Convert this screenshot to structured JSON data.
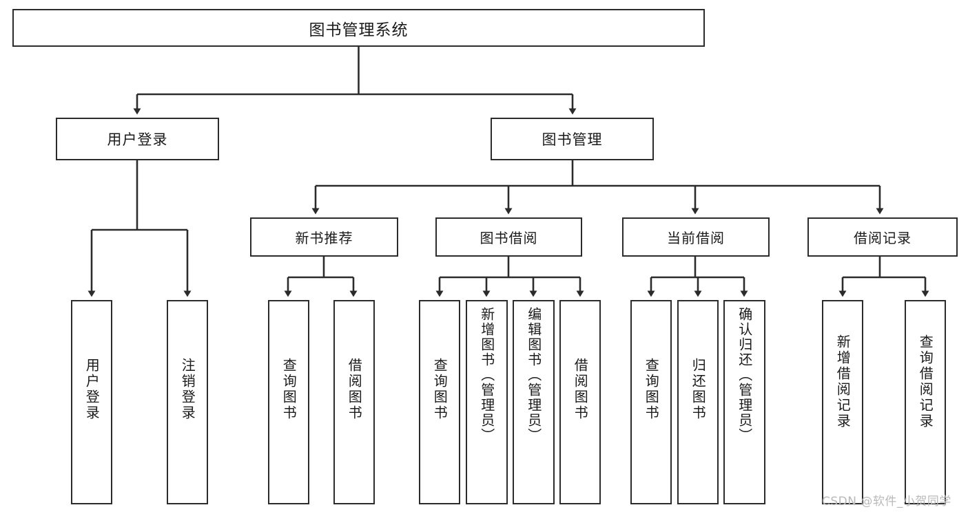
{
  "diagram": {
    "type": "tree-hierarchy-chart",
    "title": "图书管理系统",
    "background_color": "#ffffff",
    "line_color": "#2b2b2b",
    "box_border_color": "#2b2b2b",
    "text_color": "#1a1a1a",
    "root": {
      "label": "图书管理系统"
    },
    "level1": [
      {
        "label": "用户登录"
      },
      {
        "label": "图书管理"
      }
    ],
    "level2": [
      {
        "label": "新书推荐"
      },
      {
        "label": "图书借阅"
      },
      {
        "label": "当前借阅"
      },
      {
        "label": "借阅记录"
      }
    ],
    "leaves": {
      "user_login": [
        {
          "label": "用户登录"
        },
        {
          "label": "注销登录"
        }
      ],
      "new_book_recommend": [
        {
          "label": "查询图书"
        },
        {
          "label": "借阅图书"
        }
      ],
      "book_borrow": [
        {
          "label": "查询图书"
        },
        {
          "label": "新增图书（管理员）"
        },
        {
          "label": "编辑图书（管理员）"
        },
        {
          "label": "借阅图书"
        }
      ],
      "current_borrow": [
        {
          "label": "查询图书"
        },
        {
          "label": "归还图书"
        },
        {
          "label": "确认归还（管理员）"
        }
      ],
      "borrow_record": [
        {
          "label": "新增借阅记录"
        },
        {
          "label": "查询借阅记录"
        }
      ]
    },
    "watermark": "CSDN @软件_小贺同学"
  }
}
